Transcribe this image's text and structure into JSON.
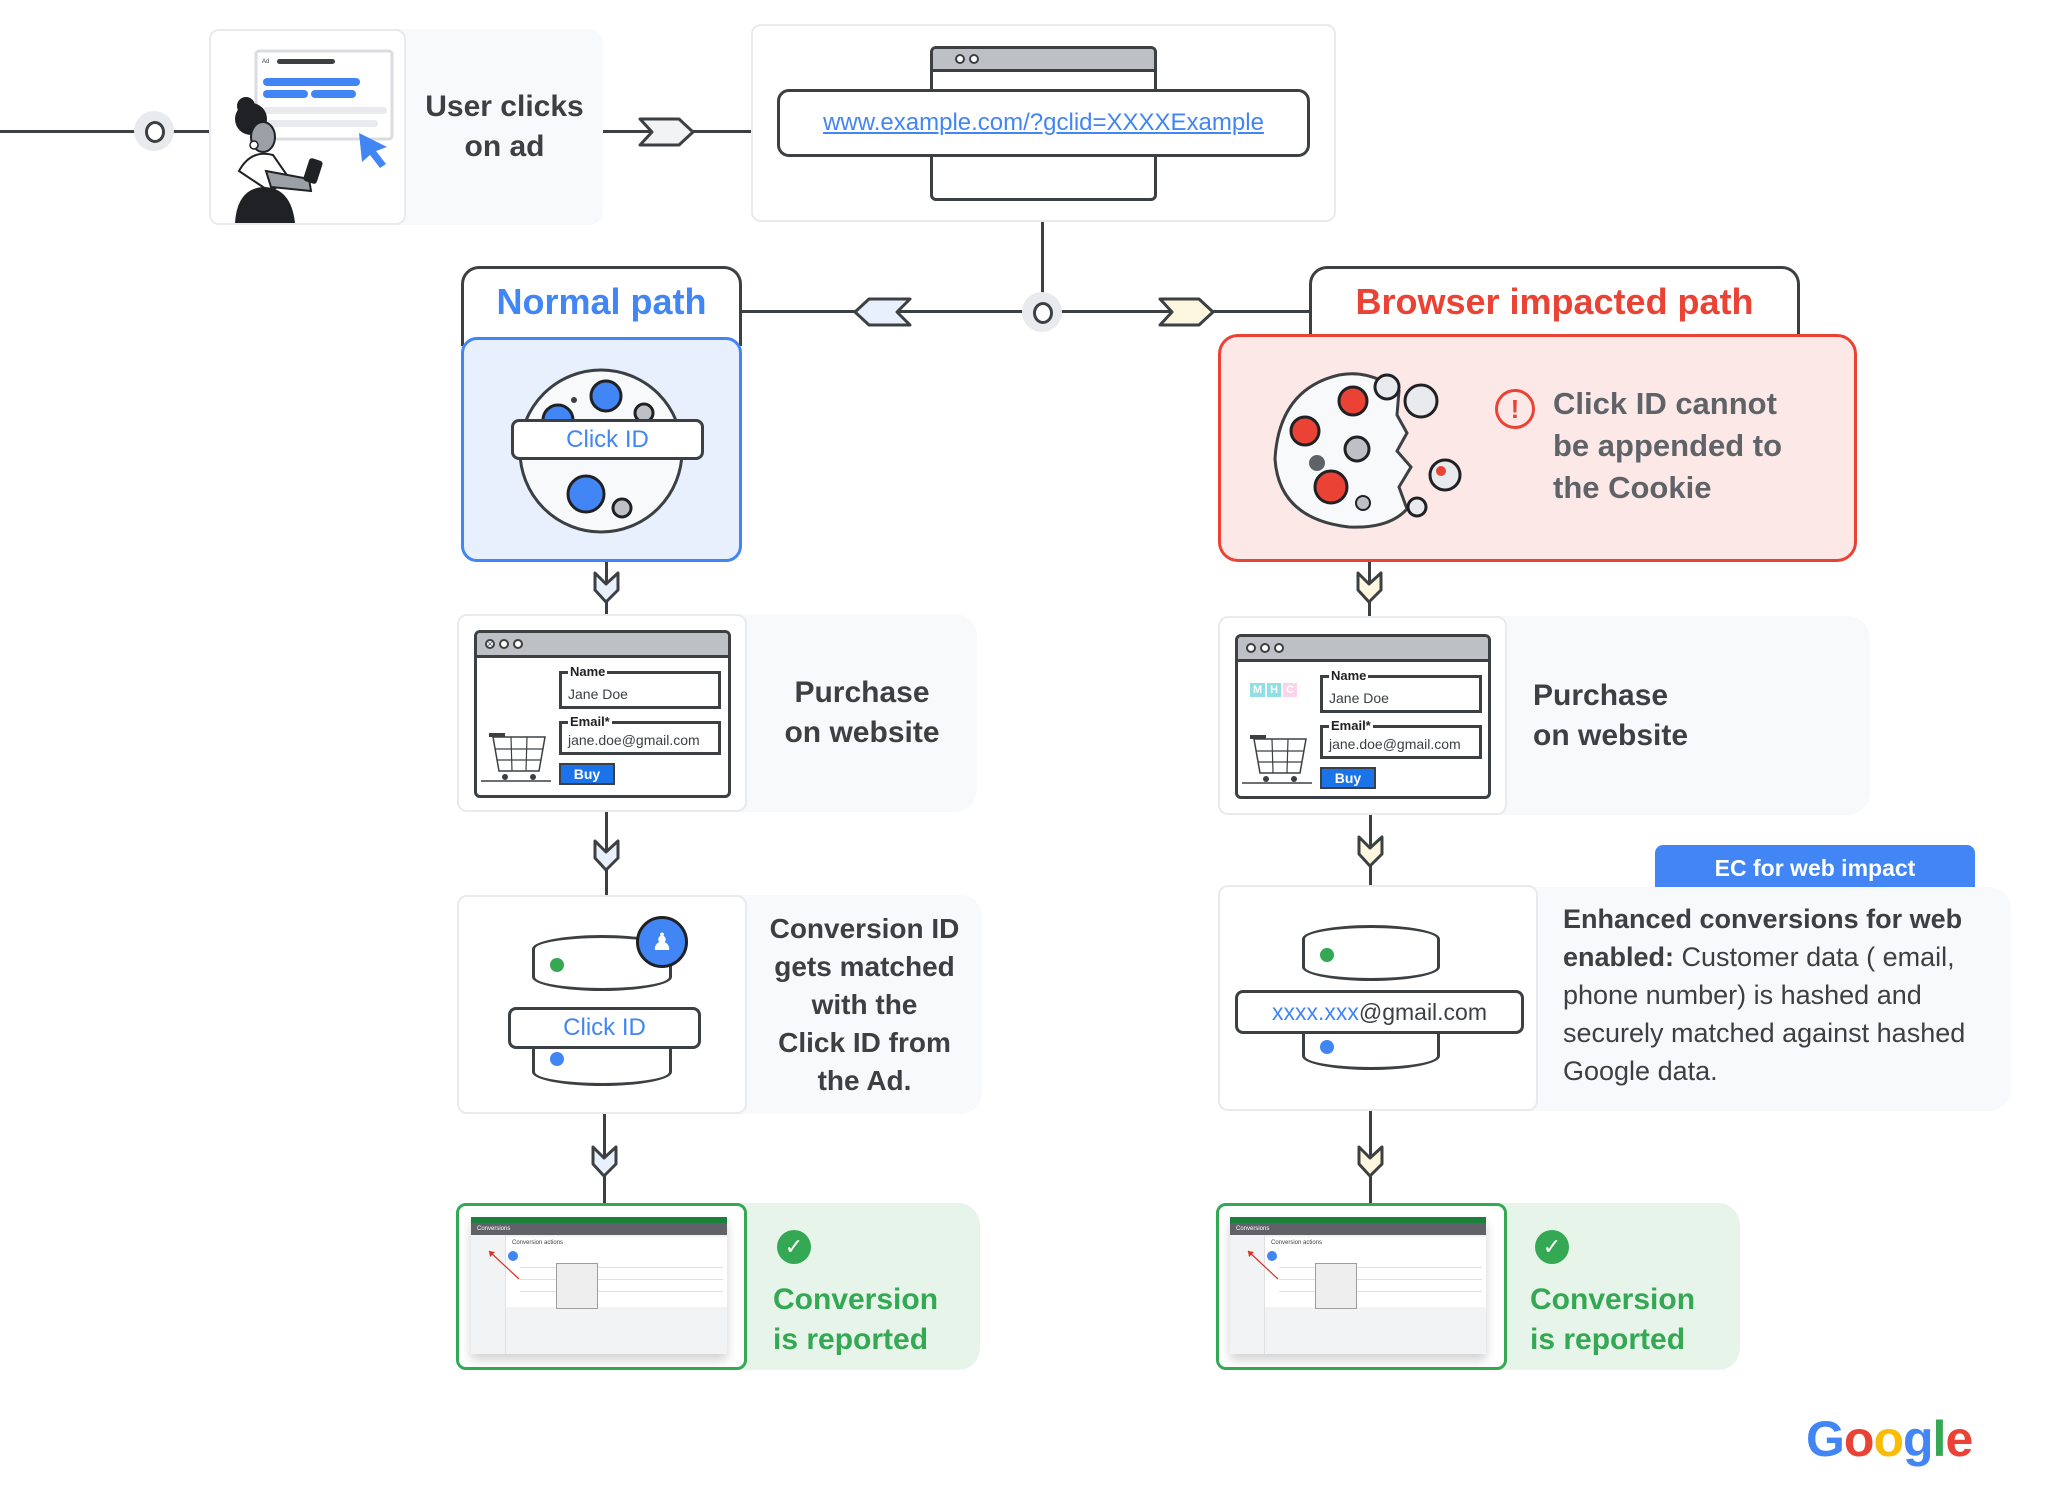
{
  "start": {
    "ad_label": "Ad",
    "step_label_line1": "User clicks",
    "step_label_line2": "on ad"
  },
  "landing": {
    "url": "www.example.com/?gclid=XXXXExample"
  },
  "normal_path": {
    "title": "Normal path",
    "cookie_chip": "Click ID",
    "purchase": {
      "name_label": "Name",
      "name_value": "Jane Doe",
      "email_label": "Email*",
      "email_value": "jane.doe@gmail.com",
      "buy_label": "Buy",
      "caption_line1": "Purchase",
      "caption_line2": "on website"
    },
    "match": {
      "chip": "Click ID",
      "caption_lines": [
        "Conversion ID",
        "gets matched",
        "with the",
        "Click ID from",
        "the Ad."
      ]
    },
    "reported": {
      "mini_header": "Conversions",
      "mini_title": "Conversion actions",
      "caption_line1": "Conversion",
      "caption_line2": "is reported"
    }
  },
  "browser_path": {
    "title": "Browser impacted path",
    "warning_lines": [
      "Click ID cannot",
      "be appended to",
      "the Cookie"
    ],
    "purchase": {
      "logo_letters": [
        "M",
        "H",
        "C"
      ],
      "name_label": "Name",
      "name_value": "Jane Doe",
      "email_label": "Email*",
      "email_value": "jane.doe@gmail.com",
      "buy_label": "Buy",
      "caption_line1": "Purchase",
      "caption_line2": "on website"
    },
    "ec": {
      "badge": "EC for web impact",
      "chip_hashed": "xxxx.xxx",
      "chip_domain": "@gmail.com",
      "bold_text": "Enhanced conversions for web enabled:",
      "body_text": " Customer data ( email, phone number) is hashed and securely matched against hashed Google data."
    },
    "reported": {
      "mini_header": "Conversions",
      "mini_title": "Conversion actions",
      "caption_line1": "Conversion",
      "caption_line2": "is reported"
    }
  },
  "brand": {
    "letters": [
      "G",
      "o",
      "o",
      "g",
      "l",
      "e"
    ],
    "colors": [
      "#4285f4",
      "#ea4335",
      "#fbbc05",
      "#4285f4",
      "#34a853",
      "#ea4335"
    ]
  },
  "colors": {
    "blue": "#4285f4",
    "red": "#ea4335",
    "green": "#34a853",
    "normal_bg": "#e8f0fe",
    "impacted_bg": "#fce8e6",
    "ec_badge": "#4285f4"
  }
}
